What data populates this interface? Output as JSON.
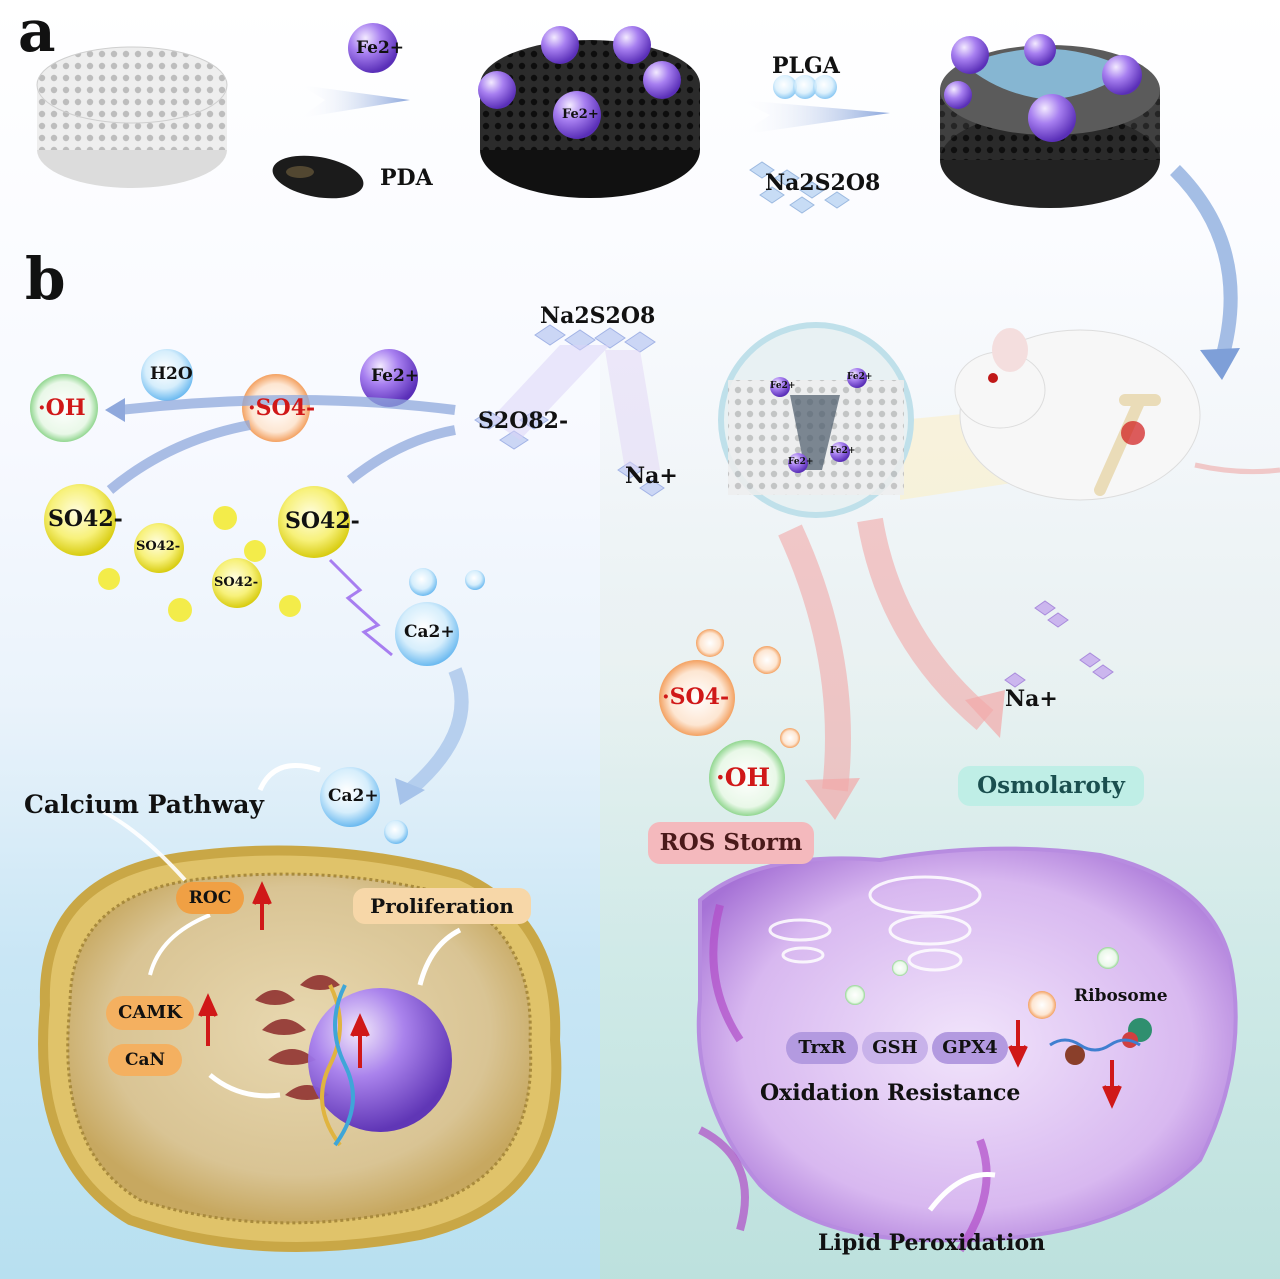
{
  "panels": {
    "a": "a",
    "b": "b"
  },
  "panel_a": {
    "fe_ion": "Fe2+",
    "pda_label": "PDA",
    "fe_on_scaffold": "Fe2+",
    "plga_label": "PLGA",
    "na2s2o8_label": "Na2S2O8"
  },
  "panel_b": {
    "na2s2o8_label": "Na2S2O8",
    "s2o8_label": "S2O82-",
    "na_plus": "Na+",
    "fe_ion": "Fe2+",
    "h2o": "H2O",
    "oh_radical": "·OH",
    "so4_radical": "·SO4-",
    "sulfate_labels": [
      "SO42-",
      "SO42-",
      "SO42-",
      "SO42-"
    ],
    "calcium_ion_top": "Ca2+",
    "calcium_ion_bottom": "Ca2+",
    "calcium_pathway": "Calcium Pathway",
    "roc": "ROC",
    "camk": "CAMK",
    "can": "CaN",
    "proliferation": "Proliferation",
    "zoom_fe_labels": [
      "Fe2+",
      "Fe2+",
      "Fe2+",
      "Fe2+"
    ],
    "ros_so4": "·SO4-",
    "ros_oh": "·OH",
    "na_plus_right": "Na+",
    "osmolarity": "Osmolaroty",
    "ros_storm": "ROS Storm",
    "trxr": "TrxR",
    "gsh": "GSH",
    "gpx4": "GPX4",
    "ribosome": "Ribosome",
    "oxidation_resistance": "Oxidation Resistance",
    "lipid_peroxidation": "Lipid Peroxidation"
  },
  "colors": {
    "fe_sphere": "#9a6ee8",
    "oh_bubble": "#7fd37f",
    "so4_bubble": "#f5a15a",
    "sulfate_yellow": "#f3ec4a",
    "calcium_blue": "#9fd4f5",
    "arrow_blue": "#8fb0e0",
    "arrow_red": "#f2a8a8",
    "up_down_arrow": "#d01818",
    "roc_orange": "#f0a044",
    "ros_storm_pill": "#f4b9bd",
    "osmolarity_pill": "#bfeee6"
  }
}
